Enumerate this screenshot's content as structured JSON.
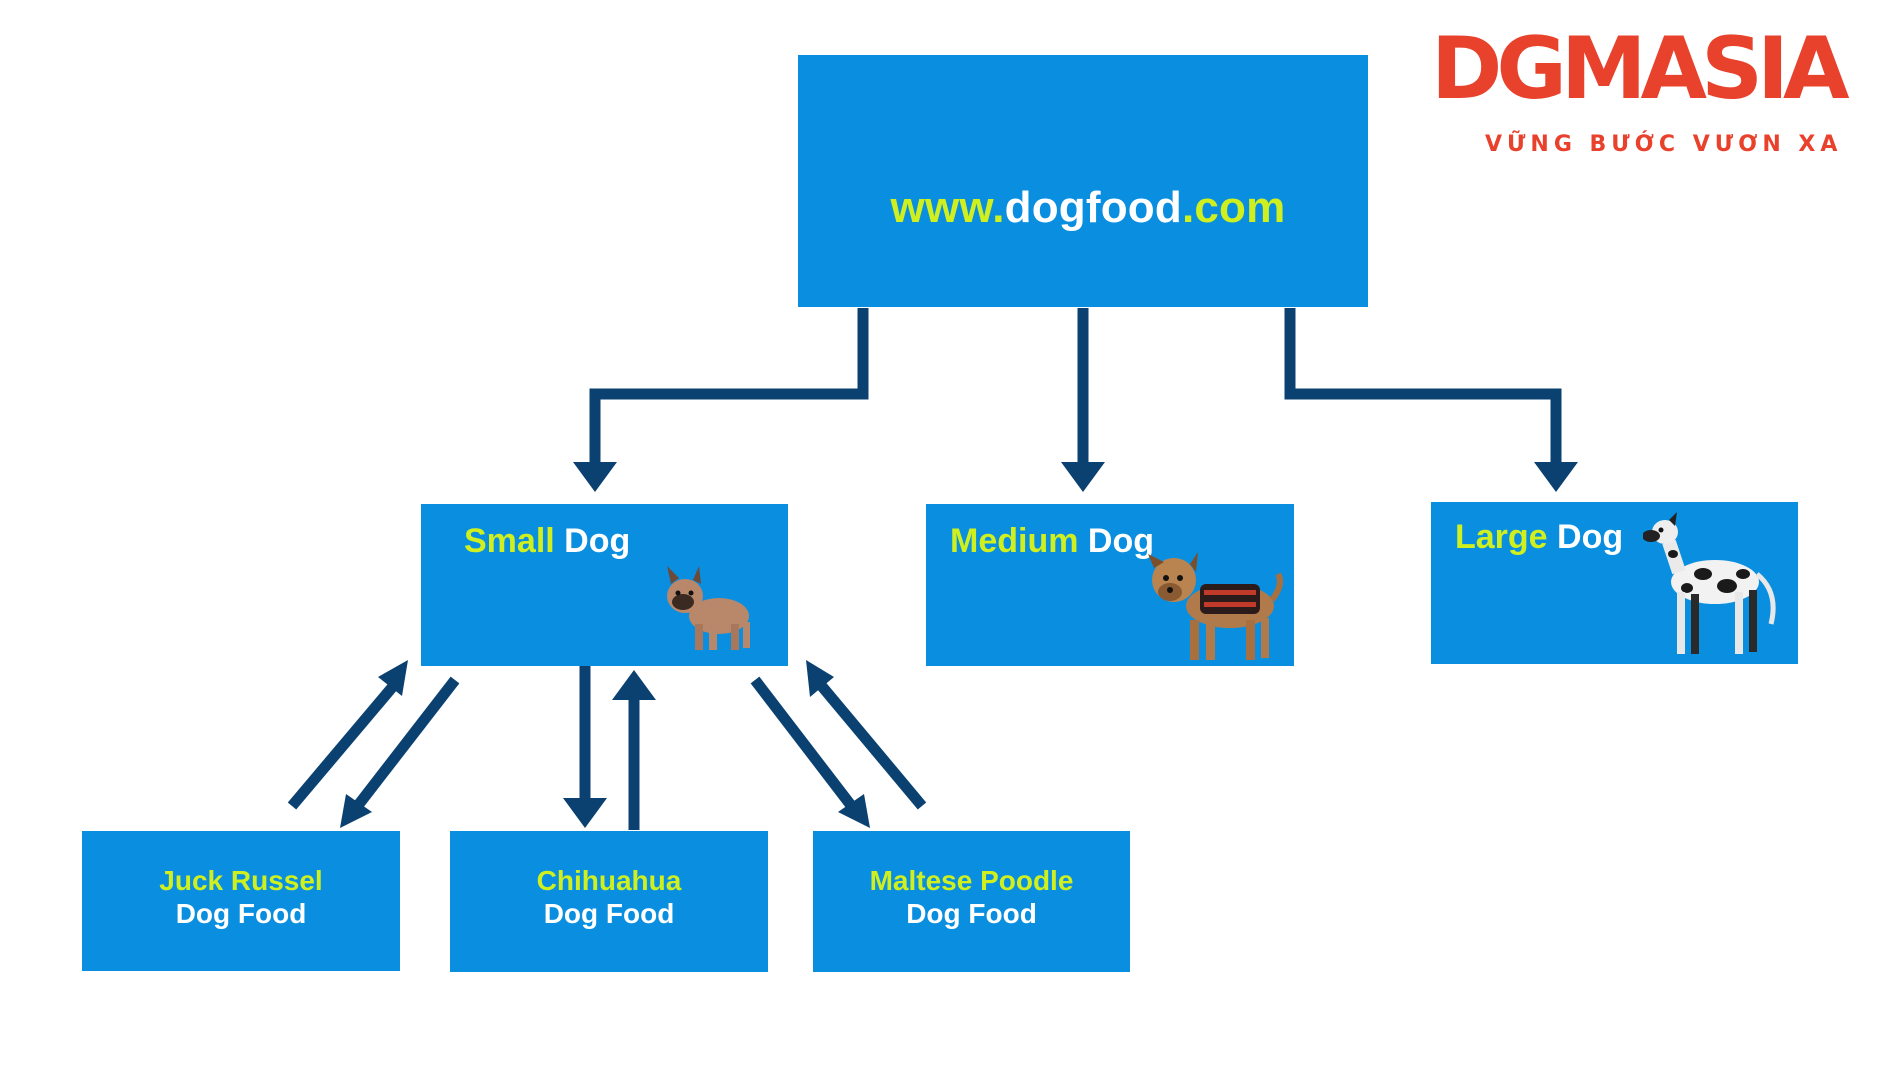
{
  "logo": {
    "word": "DGMASIA",
    "tagline": "VỮNG BƯỚC VƯƠN XA",
    "color": "#e8412c"
  },
  "root": {
    "prefix": "www.",
    "domain": "dogfood",
    "suffix": ".com"
  },
  "categories": {
    "small": {
      "highlight": "Small",
      "rest": " Dog",
      "image": "small-dog-illustration"
    },
    "medium": {
      "highlight": "Medium",
      "rest": " Dog",
      "image": "medium-dog-illustration"
    },
    "large": {
      "highlight": "Large",
      "rest": " Dog",
      "image": "large-dog-illustration"
    }
  },
  "subpages": {
    "juck": {
      "line1": "Juck Russel",
      "line2": "Dog Food"
    },
    "chi": {
      "line1": "Chihuahua",
      "line2": "Dog Food"
    },
    "maltese": {
      "line1": "Maltese Poodle",
      "line2": "Dog Food"
    }
  },
  "colors": {
    "box": "#0a8fe0",
    "highlight": "#cfef1f",
    "arrow": "#0b4170"
  }
}
